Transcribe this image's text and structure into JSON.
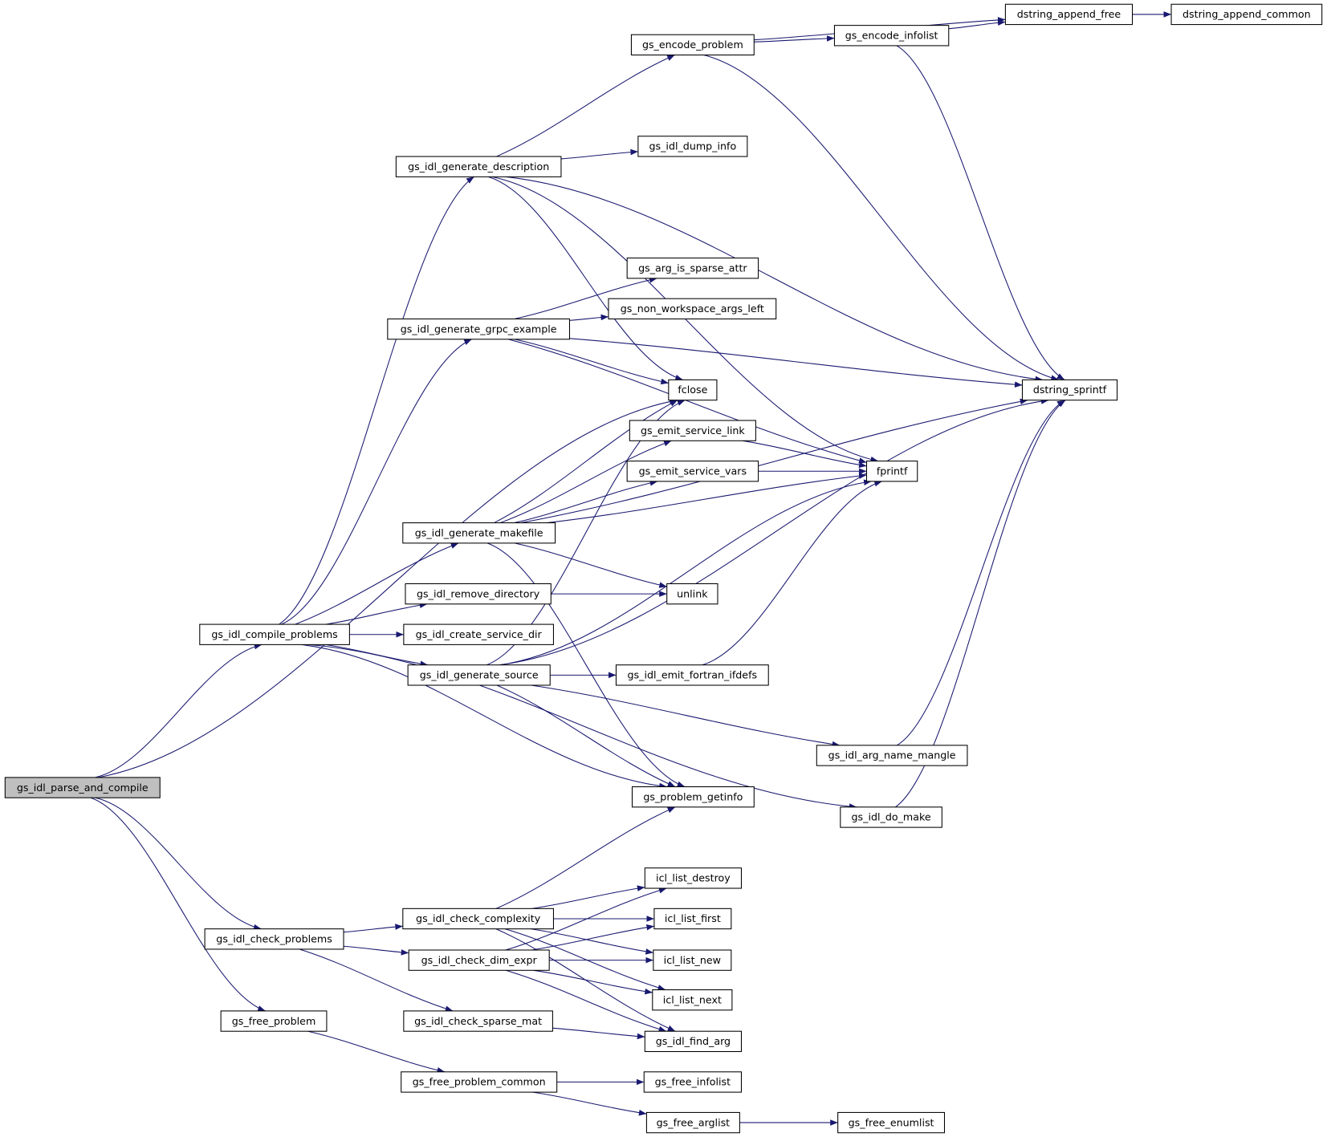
{
  "title": "Call graph for gs_idl_parse_and_compile",
  "colors": {
    "edge": "#191970",
    "node_border": "#000000",
    "node_fill": "#ffffff",
    "root_fill": "#bfbfbf"
  },
  "root": "gs_idl_parse_and_compile",
  "nodes": [
    {
      "id": "parse_and_compile",
      "label": "gs_idl_parse_and_compile"
    },
    {
      "id": "compile_problems",
      "label": "gs_idl_compile_problems"
    },
    {
      "id": "check_problems",
      "label": "gs_idl_check_problems"
    },
    {
      "id": "free_problem",
      "label": "gs_free_problem"
    },
    {
      "id": "generate_description",
      "label": "gs_idl_generate_description"
    },
    {
      "id": "generate_grpc_example",
      "label": "gs_idl_generate_grpc_example"
    },
    {
      "id": "generate_makefile",
      "label": "gs_idl_generate_makefile"
    },
    {
      "id": "remove_directory",
      "label": "gs_idl_remove_directory"
    },
    {
      "id": "create_service_dir",
      "label": "gs_idl_create_service_dir"
    },
    {
      "id": "generate_source",
      "label": "gs_idl_generate_source"
    },
    {
      "id": "check_complexity",
      "label": "gs_idl_check_complexity"
    },
    {
      "id": "check_dim_expr",
      "label": "gs_idl_check_dim_expr"
    },
    {
      "id": "check_sparse_mat",
      "label": "gs_idl_check_sparse_mat"
    },
    {
      "id": "free_problem_common",
      "label": "gs_free_problem_common"
    },
    {
      "id": "encode_problem",
      "label": "gs_encode_problem"
    },
    {
      "id": "encode_infolist",
      "label": "gs_encode_infolist"
    },
    {
      "id": "dstring_append_free",
      "label": "dstring_append_free"
    },
    {
      "id": "dstring_append_common",
      "label": "dstring_append_common"
    },
    {
      "id": "dump_info",
      "label": "gs_idl_dump_info"
    },
    {
      "id": "arg_is_sparse_attr",
      "label": "gs_arg_is_sparse_attr"
    },
    {
      "id": "non_workspace_args_left",
      "label": "gs_non_workspace_args_left"
    },
    {
      "id": "fclose",
      "label": "fclose"
    },
    {
      "id": "emit_service_link",
      "label": "gs_emit_service_link"
    },
    {
      "id": "emit_service_vars",
      "label": "gs_emit_service_vars"
    },
    {
      "id": "fprintf",
      "label": "fprintf"
    },
    {
      "id": "unlink",
      "label": "unlink"
    },
    {
      "id": "emit_fortran_ifdefs",
      "label": "gs_idl_emit_fortran_ifdefs"
    },
    {
      "id": "arg_name_mangle",
      "label": "gs_idl_arg_name_mangle"
    },
    {
      "id": "problem_getinfo",
      "label": "gs_problem_getinfo"
    },
    {
      "id": "do_make",
      "label": "gs_idl_do_make"
    },
    {
      "id": "dstring_sprintf",
      "label": "dstring_sprintf"
    },
    {
      "id": "icl_list_destroy",
      "label": "icl_list_destroy"
    },
    {
      "id": "icl_list_first",
      "label": "icl_list_first"
    },
    {
      "id": "icl_list_new",
      "label": "icl_list_new"
    },
    {
      "id": "icl_list_next",
      "label": "icl_list_next"
    },
    {
      "id": "find_arg",
      "label": "gs_idl_find_arg"
    },
    {
      "id": "free_infolist",
      "label": "gs_free_infolist"
    },
    {
      "id": "free_arglist",
      "label": "gs_free_arglist"
    },
    {
      "id": "free_enumlist",
      "label": "gs_free_enumlist"
    }
  ],
  "edges": [
    [
      "parse_and_compile",
      "compile_problems"
    ],
    [
      "parse_and_compile",
      "fclose"
    ],
    [
      "parse_and_compile",
      "check_problems"
    ],
    [
      "parse_and_compile",
      "free_problem"
    ],
    [
      "compile_problems",
      "generate_description"
    ],
    [
      "compile_problems",
      "generate_grpc_example"
    ],
    [
      "compile_problems",
      "generate_makefile"
    ],
    [
      "compile_problems",
      "remove_directory"
    ],
    [
      "compile_problems",
      "create_service_dir"
    ],
    [
      "compile_problems",
      "generate_source"
    ],
    [
      "compile_problems",
      "problem_getinfo"
    ],
    [
      "compile_problems",
      "do_make"
    ],
    [
      "generate_description",
      "encode_problem"
    ],
    [
      "generate_description",
      "dump_info"
    ],
    [
      "generate_description",
      "dstring_sprintf"
    ],
    [
      "generate_description",
      "fprintf"
    ],
    [
      "generate_description",
      "fclose"
    ],
    [
      "encode_problem",
      "dstring_append_free"
    ],
    [
      "encode_problem",
      "encode_infolist"
    ],
    [
      "encode_problem",
      "dstring_sprintf"
    ],
    [
      "encode_infolist",
      "dstring_append_free"
    ],
    [
      "encode_infolist",
      "dstring_sprintf"
    ],
    [
      "dstring_append_free",
      "dstring_append_common"
    ],
    [
      "generate_grpc_example",
      "arg_is_sparse_attr"
    ],
    [
      "generate_grpc_example",
      "non_workspace_args_left"
    ],
    [
      "generate_grpc_example",
      "dstring_sprintf"
    ],
    [
      "generate_grpc_example",
      "fprintf"
    ],
    [
      "generate_grpc_example",
      "fclose"
    ],
    [
      "generate_makefile",
      "fclose"
    ],
    [
      "generate_makefile",
      "emit_service_link"
    ],
    [
      "generate_makefile",
      "emit_service_vars"
    ],
    [
      "generate_makefile",
      "fprintf"
    ],
    [
      "generate_makefile",
      "dstring_sprintf"
    ],
    [
      "generate_makefile",
      "unlink"
    ],
    [
      "generate_makefile",
      "problem_getinfo"
    ],
    [
      "emit_service_link",
      "fprintf"
    ],
    [
      "emit_service_vars",
      "fprintf"
    ],
    [
      "remove_directory",
      "unlink"
    ],
    [
      "generate_source",
      "fclose"
    ],
    [
      "generate_source",
      "fprintf"
    ],
    [
      "generate_source",
      "emit_fortran_ifdefs"
    ],
    [
      "generate_source",
      "dstring_sprintf"
    ],
    [
      "generate_source",
      "arg_name_mangle"
    ],
    [
      "generate_source",
      "problem_getinfo"
    ],
    [
      "emit_fortran_ifdefs",
      "fprintf"
    ],
    [
      "arg_name_mangle",
      "dstring_sprintf"
    ],
    [
      "do_make",
      "dstring_sprintf"
    ],
    [
      "check_problems",
      "check_complexity"
    ],
    [
      "check_problems",
      "check_dim_expr"
    ],
    [
      "check_problems",
      "check_sparse_mat"
    ],
    [
      "check_complexity",
      "problem_getinfo"
    ],
    [
      "check_complexity",
      "icl_list_destroy"
    ],
    [
      "check_complexity",
      "icl_list_first"
    ],
    [
      "check_complexity",
      "icl_list_new"
    ],
    [
      "check_complexity",
      "icl_list_next"
    ],
    [
      "check_complexity",
      "find_arg"
    ],
    [
      "check_dim_expr",
      "icl_list_destroy"
    ],
    [
      "check_dim_expr",
      "icl_list_first"
    ],
    [
      "check_dim_expr",
      "icl_list_new"
    ],
    [
      "check_dim_expr",
      "icl_list_next"
    ],
    [
      "check_dim_expr",
      "find_arg"
    ],
    [
      "check_sparse_mat",
      "find_arg"
    ],
    [
      "free_problem",
      "free_problem_common"
    ],
    [
      "free_problem_common",
      "free_infolist"
    ],
    [
      "free_problem_common",
      "free_arglist"
    ],
    [
      "free_arglist",
      "free_enumlist"
    ]
  ]
}
